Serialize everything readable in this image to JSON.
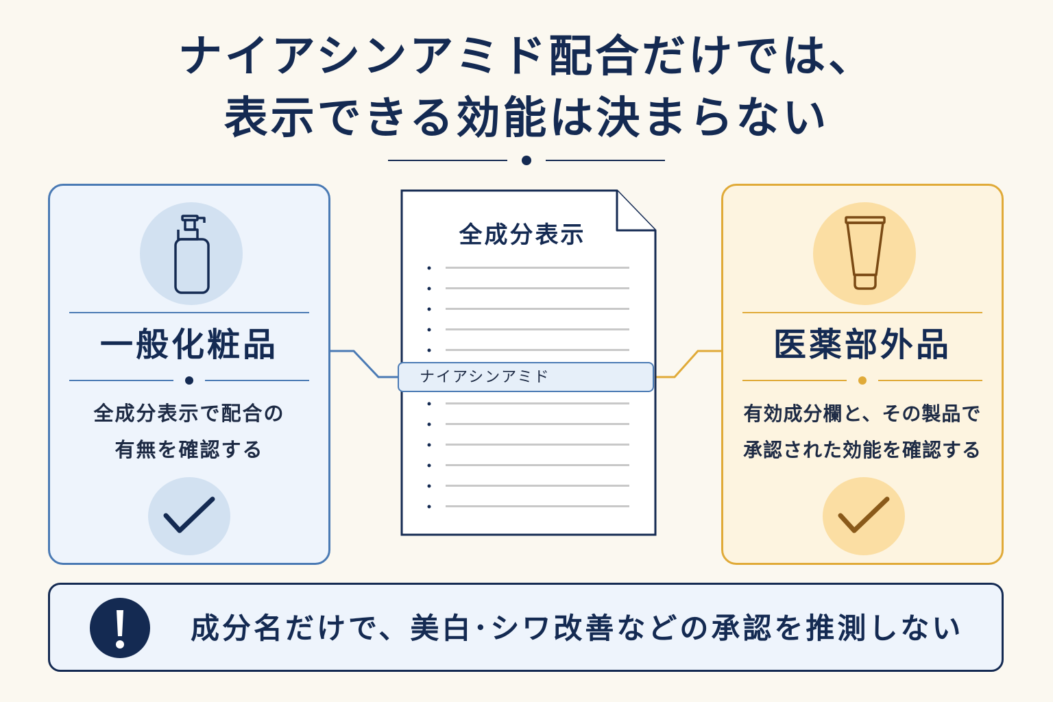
{
  "title": {
    "line1": "ナイアシンアミド配合だけでは、",
    "line2": "表示できる効能は決まらない"
  },
  "left_card": {
    "title": "一般化粧品",
    "desc_line1": "全成分表示で配合の",
    "desc_line2": "有無を確認する",
    "icon": "bottle-icon",
    "check_icon": "check-icon",
    "accent_color": "#4a7ab4"
  },
  "document": {
    "title": "全成分表示",
    "highlighted_ingredient": "ナイアシンアミド"
  },
  "right_card": {
    "title": "医薬部外品",
    "desc_line1": "有効成分欄と、その製品で",
    "desc_line2": "承認された効能を確認する",
    "icon": "tube-icon",
    "check_icon": "check-icon",
    "accent_color": "#e0aa38"
  },
  "banner": {
    "text": "成分名だけで、美白･シワ改善などの承認を推測しない",
    "icon": "exclamation-icon"
  },
  "colors": {
    "navy": "#142a52",
    "blue": "#4a7ab4",
    "gold": "#e0aa38",
    "background": "#fbf8f0"
  }
}
